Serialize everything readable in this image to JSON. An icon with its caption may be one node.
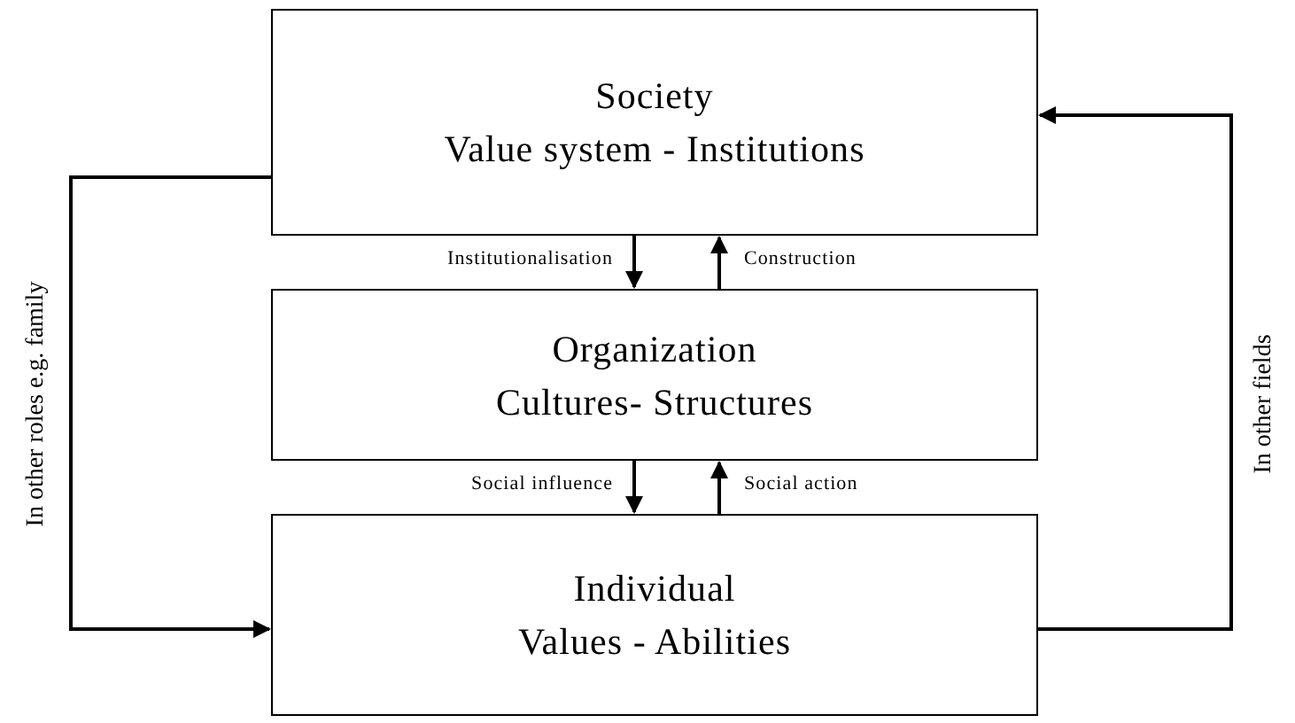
{
  "diagram": {
    "nodes": [
      {
        "text": [
          "Society",
          "Value system - Institutions"
        ]
      },
      {
        "text": [
          "Organization",
          "Cultures- Structures"
        ]
      },
      {
        "text": [
          "Individual",
          "Values - Abilities"
        ]
      }
    ],
    "edges": [
      {
        "from": 0,
        "to": 1,
        "arrow": "to",
        "label": "Institutionalisation"
      },
      {
        "from": 1,
        "to": 0,
        "arrow": "to",
        "label": "Construction"
      },
      {
        "from": 1,
        "to": 2,
        "arrow": "to",
        "label": "Social influence"
      },
      {
        "from": 2,
        "to": 1,
        "arrow": "to",
        "label": "Social action"
      },
      {
        "from": 0,
        "to": 2,
        "arrow": "to",
        "label": "In other roles e.g. family"
      },
      {
        "from": 2,
        "to": 0,
        "arrow": "to",
        "label": "In other fields"
      }
    ]
  }
}
